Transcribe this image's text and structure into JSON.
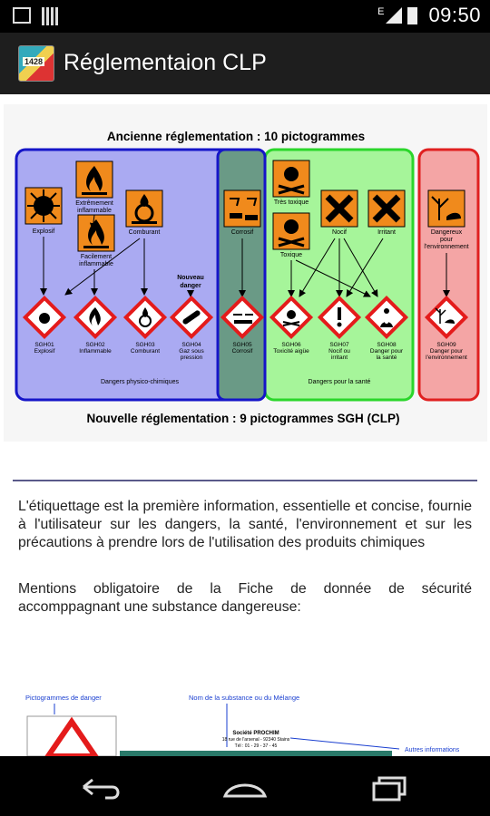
{
  "status": {
    "time": "09:50",
    "network": "E"
  },
  "app": {
    "title": "Réglementaion CLP",
    "icon_text": "1428"
  },
  "infographic": {
    "title_top": "Ancienne réglementation : 10 pictogrammes",
    "title_bottom": "Nouvelle réglementation : 9 pictogrammes SGH (CLP)",
    "old": {
      "explosif": "Explosif",
      "extremement": [
        "Extrêmement",
        "inflammable"
      ],
      "comburant": "Comburant",
      "facilement": [
        "Facilement",
        "inflammable"
      ],
      "nouveau": [
        "Nouveau",
        "danger"
      ],
      "corrosif": "Corrosif",
      "tres_toxique": "Très toxique",
      "toxique": "Toxique",
      "nocif": "Nocif",
      "irritant": "Irritant",
      "env": [
        "Dangereux",
        "pour",
        "l'environnement"
      ]
    },
    "new": {
      "sgh01": [
        "SGH01",
        "Explosif"
      ],
      "sgh02": [
        "SGH02",
        "Inflammable"
      ],
      "sgh03": [
        "SGH03",
        "Comburant"
      ],
      "sgh04": [
        "SGH04",
        "Gaz sous",
        "pression"
      ],
      "sgh05": [
        "SGH05",
        "Corrosif"
      ],
      "sgh06": [
        "SGH06",
        "Toxicité aigüe"
      ],
      "sgh07": [
        "SGH07",
        "Nocif ou",
        "irritant"
      ],
      "sgh08": [
        "SGH08",
        "Danger pour",
        "la santé"
      ],
      "sgh09": [
        "SGH09",
        "Danger pour",
        "l'environnement"
      ]
    },
    "groups": {
      "physico": "Dangers physico-chimiques",
      "sante": "Dangers pour la santé"
    }
  },
  "text": {
    "p1": "L'étiquettage est la première information, essentielle et concise, fournie à l'utilisateur sur les dangers, la santé, l'environnement et sur les précautions à prendre lors de l'utilisation des produits chimiques",
    "p2": "Mentions obligatoire de la Fiche de donnée de sécurité accomppagnant une substance dangereuse:"
  },
  "bottom_image": {
    "label_pictos": "Pictogrammes de danger",
    "label_name": "Nom de la substance ou du Mélange",
    "label_other": "Autres informations",
    "company": "Société PROCHIM",
    "address": "18 rue de l'arsenal - 92340 Stains",
    "phone": "Tél : 01 - 29 - 37 - 45"
  },
  "colors": {
    "old_phys_bg": "#aaaaf2",
    "old_phys_border": "#1515c8",
    "corrosif_bg": "#6a9a86",
    "sante_bg": "#a6f59a",
    "sante_border": "#2bd62b",
    "env_bg": "#f4a5a5",
    "env_border": "#e02020",
    "orange": "#f08a1c",
    "ghs_red": "#e41b1b"
  }
}
